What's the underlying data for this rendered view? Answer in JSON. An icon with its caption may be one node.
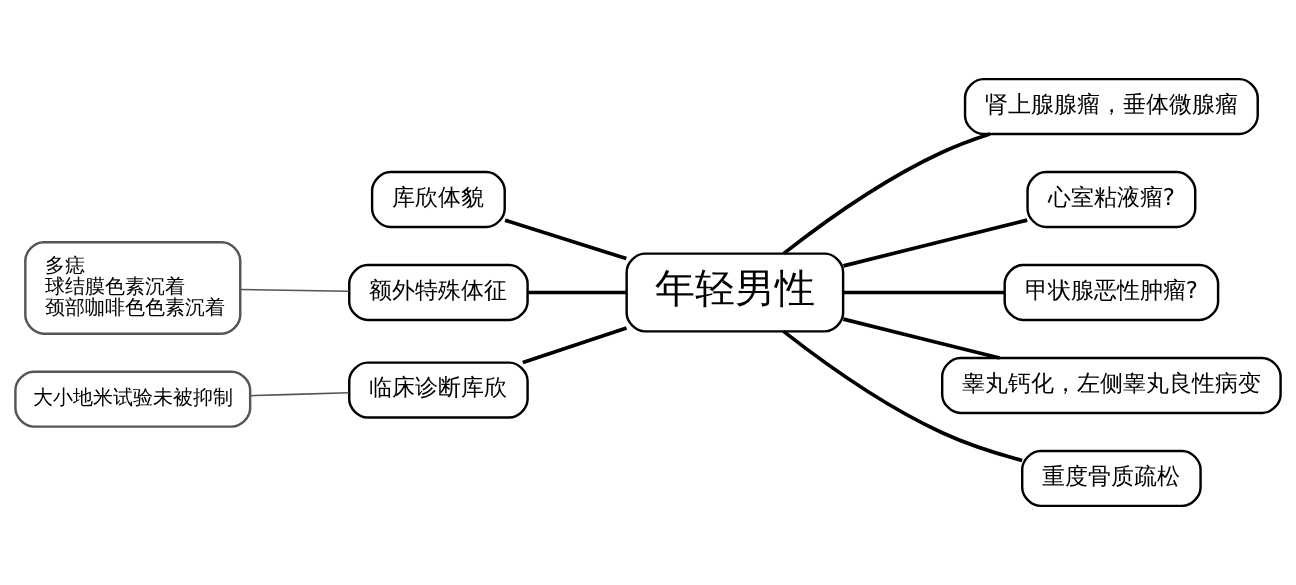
{
  "diagram": {
    "nodes": [
      {
        "text": [
          "年轻男性"
        ]
      },
      {
        "text": [
          "库欣体貌"
        ]
      },
      {
        "text": [
          "额外特殊体征"
        ]
      },
      {
        "text": [
          "临床诊断库欣"
        ]
      },
      {
        "text": [
          "肾上腺腺瘤，垂体微腺瘤"
        ]
      },
      {
        "text": [
          "心室粘液瘤?"
        ]
      },
      {
        "text": [
          "甲状腺恶性肿瘤?"
        ]
      },
      {
        "text": [
          "睾丸钙化，左侧睾丸良性病变"
        ]
      },
      {
        "text": [
          "重度骨质疏松"
        ]
      },
      {
        "text": [
          "多痣",
          "球结膜色素沉着",
          "颈部咖啡色色素沉着"
        ]
      },
      {
        "text": [
          "大小地米试验未被抑制"
        ]
      }
    ],
    "edges": [
      {
        "from": 1,
        "to": 0,
        "arrow": "none"
      },
      {
        "from": 2,
        "to": 0,
        "arrow": "none"
      },
      {
        "from": 3,
        "to": 0,
        "arrow": "none"
      },
      {
        "from": 0,
        "to": 4,
        "arrow": "none"
      },
      {
        "from": 0,
        "to": 5,
        "arrow": "none"
      },
      {
        "from": 0,
        "to": 6,
        "arrow": "none"
      },
      {
        "from": 0,
        "to": 7,
        "arrow": "none"
      },
      {
        "from": 0,
        "to": 8,
        "arrow": "none"
      },
      {
        "from": 9,
        "to": 2,
        "arrow": "none",
        "color": "#555555"
      },
      {
        "from": 10,
        "to": 3,
        "arrow": "none",
        "color": "#555555"
      }
    ]
  }
}
